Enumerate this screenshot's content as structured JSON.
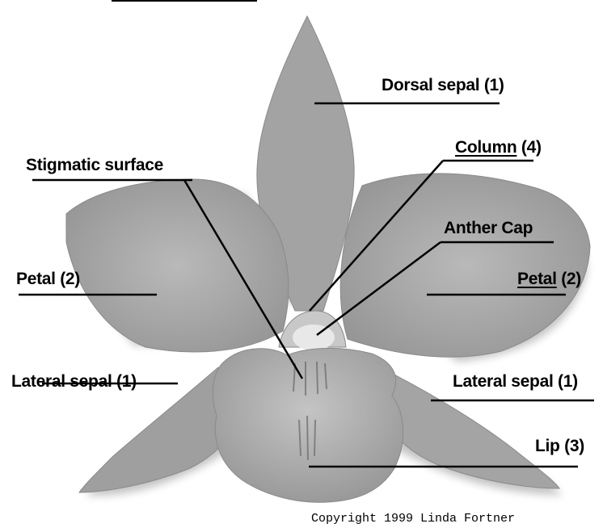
{
  "labels": {
    "dorsal_sepal": "Dorsal sepal (1)",
    "column_word": "Column",
    "column_num": " (4)",
    "stigmatic_surface": "Stigmatic surface",
    "anther_cap": "Anther Cap",
    "petal_left": "Petal (2)",
    "petal_right_word": "Petal",
    "petal_right_num": " (2)",
    "lateral_sepal_left": "Lateral sepal (1)",
    "lateral_sepal_right": "Lateral sepal (1)",
    "lip": "Lip (3)"
  },
  "copyright": "Copyright 1999 Linda Fortner",
  "colors": {
    "background": "#ffffff",
    "flower": "#a9a9a9",
    "flower_shadow": "#7d7d7d",
    "lines": "#000000"
  }
}
